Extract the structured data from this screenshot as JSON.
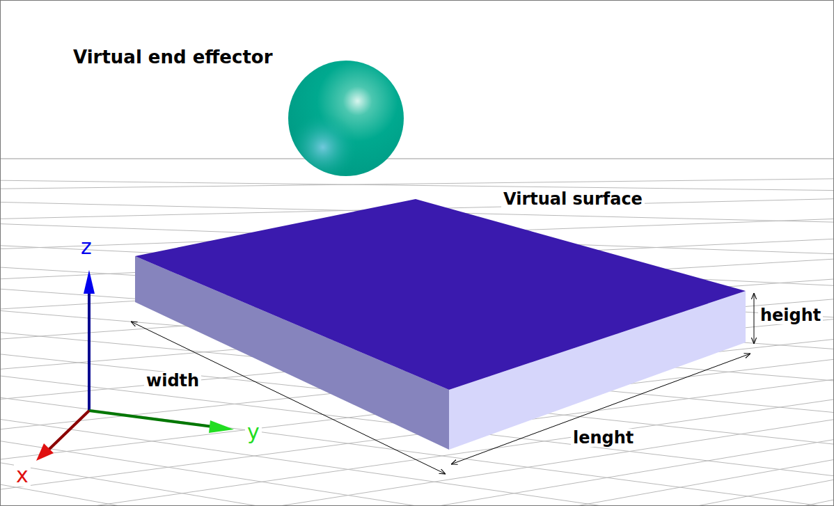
{
  "diagram": {
    "labels": [
      "Virtual end effector",
      "Virtual surface",
      "z",
      "y",
      "x",
      "width",
      "lenght",
      "height"
    ]
  }
}
